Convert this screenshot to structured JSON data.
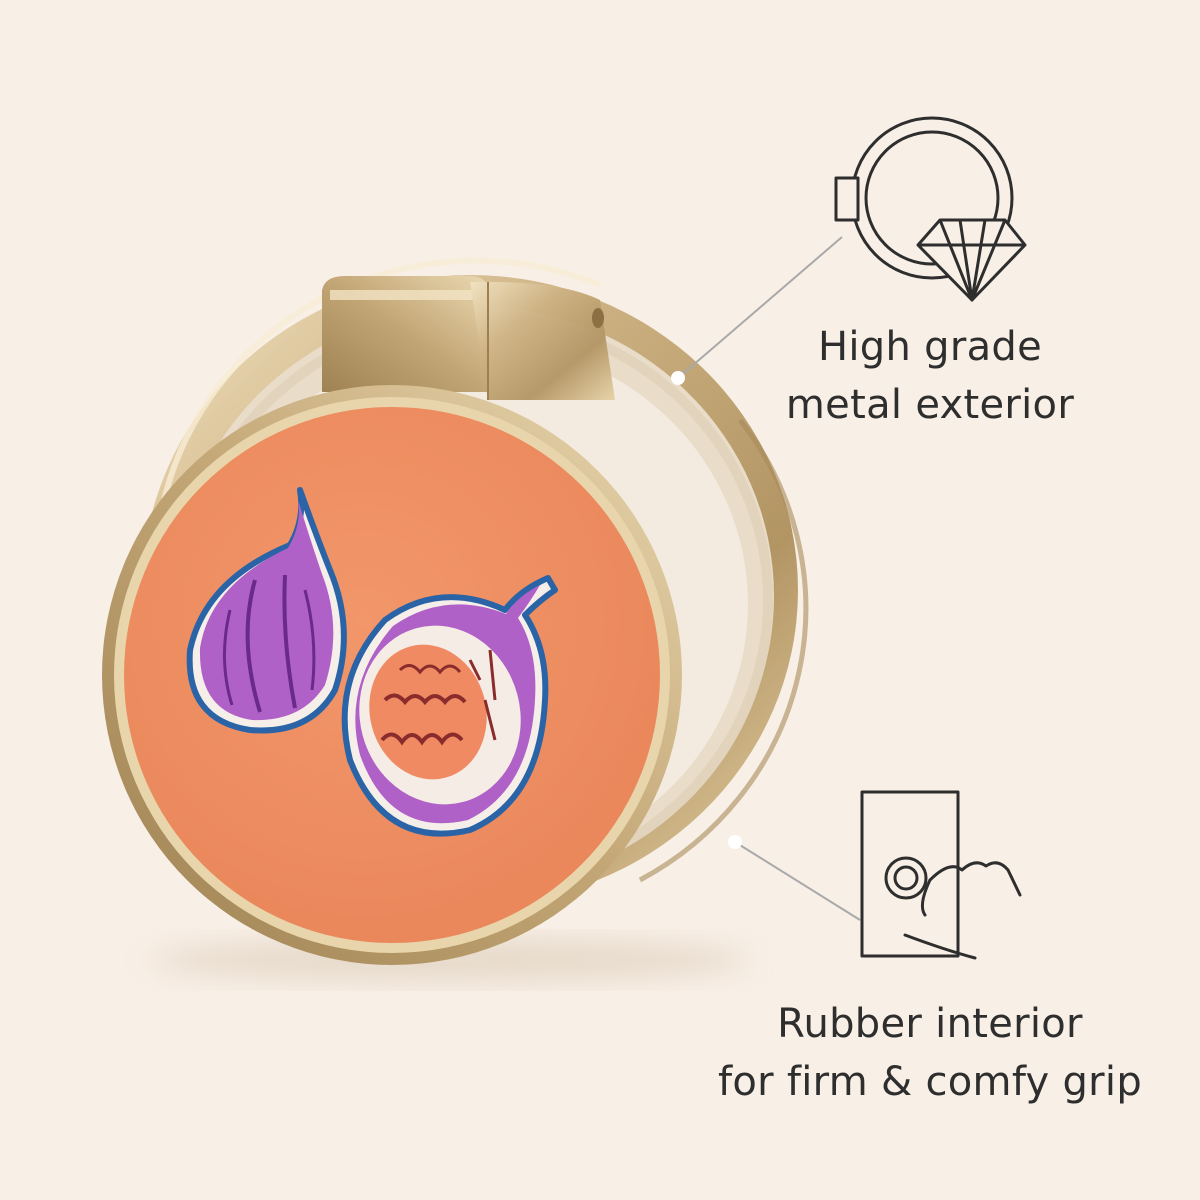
{
  "features": {
    "metal_exterior": {
      "icon": "ring-diamond-icon",
      "line1": "High grade",
      "line2": "metal exterior"
    },
    "rubber_interior": {
      "icon": "hand-grip-icon",
      "line1": "Rubber interior",
      "line2": "for firm & comfy grip"
    }
  },
  "colors": {
    "background": "#f8efe6",
    "gold": "#c9ae7d",
    "plate": "#ef8f5e",
    "fig_purple": "#b061c8",
    "fig_blue": "#2a64a6",
    "text": "#2e2e2e"
  }
}
